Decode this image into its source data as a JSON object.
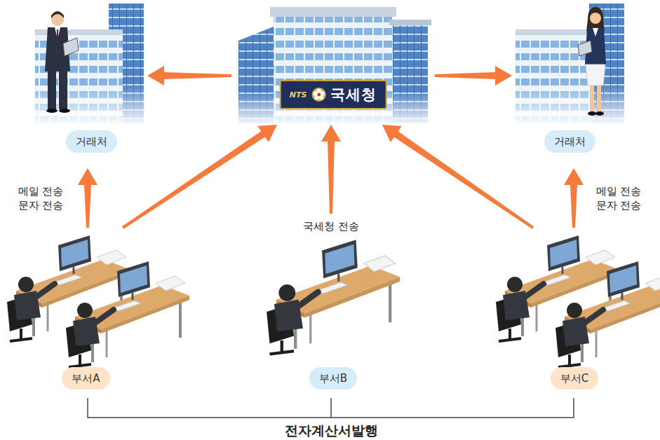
{
  "diagram": {
    "nodes": [
      {
        "text": [
          "거래처"
        ]
      },
      {
        "text": [
          "NTS",
          "국세청"
        ]
      },
      {
        "text": [
          "거래처"
        ]
      },
      {
        "text": [
          "부서A"
        ]
      },
      {
        "text": [
          "부서B"
        ]
      },
      {
        "text": [
          "부서C"
        ]
      }
    ],
    "edges": [
      {
        "from": 1,
        "to": 0,
        "arrow": "to"
      },
      {
        "from": 1,
        "to": 2,
        "arrow": "to"
      },
      {
        "from": 3,
        "to": 0,
        "label": "메일 전송 문자 전송",
        "arrow": "to"
      },
      {
        "from": 3,
        "to": 1,
        "arrow": "to"
      },
      {
        "from": 4,
        "to": 1,
        "label": "국세청 전송",
        "arrow": "to"
      },
      {
        "from": 5,
        "to": 1,
        "arrow": "to"
      },
      {
        "from": 5,
        "to": 2,
        "label": "메일 전송 문자 전송",
        "arrow": "to"
      }
    ],
    "labels": [
      "전자계산서발행"
    ]
  }
}
